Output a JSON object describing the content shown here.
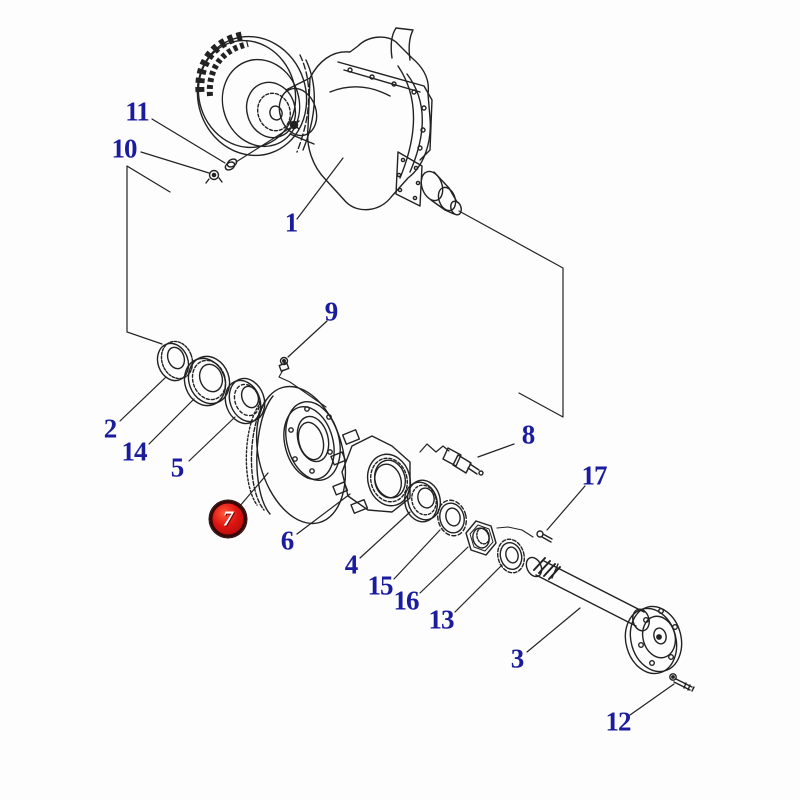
{
  "diagram": {
    "type": "exploded-parts-diagram",
    "background": "#fdfdfd",
    "line_color": "#222222",
    "callout_color": "#1b1b9e",
    "highlight": {
      "number": "7",
      "fill": "#d01010",
      "ring": "#3a0707",
      "text_color": "#ffffff"
    },
    "callouts": {
      "n1": {
        "text": "1"
      },
      "n2": {
        "text": "2"
      },
      "n3": {
        "text": "3"
      },
      "n4": {
        "text": "4"
      },
      "n5": {
        "text": "5"
      },
      "n6": {
        "text": "6"
      },
      "n7": {
        "text": "7"
      },
      "n8": {
        "text": "8"
      },
      "n9": {
        "text": "9"
      },
      "n10": {
        "text": "10"
      },
      "n11": {
        "text": "11"
      },
      "n12": {
        "text": "12"
      },
      "n13": {
        "text": "13"
      },
      "n14": {
        "text": "14"
      },
      "n15": {
        "text": "15"
      },
      "n16": {
        "text": "16"
      },
      "n17": {
        "text": "17"
      }
    }
  }
}
